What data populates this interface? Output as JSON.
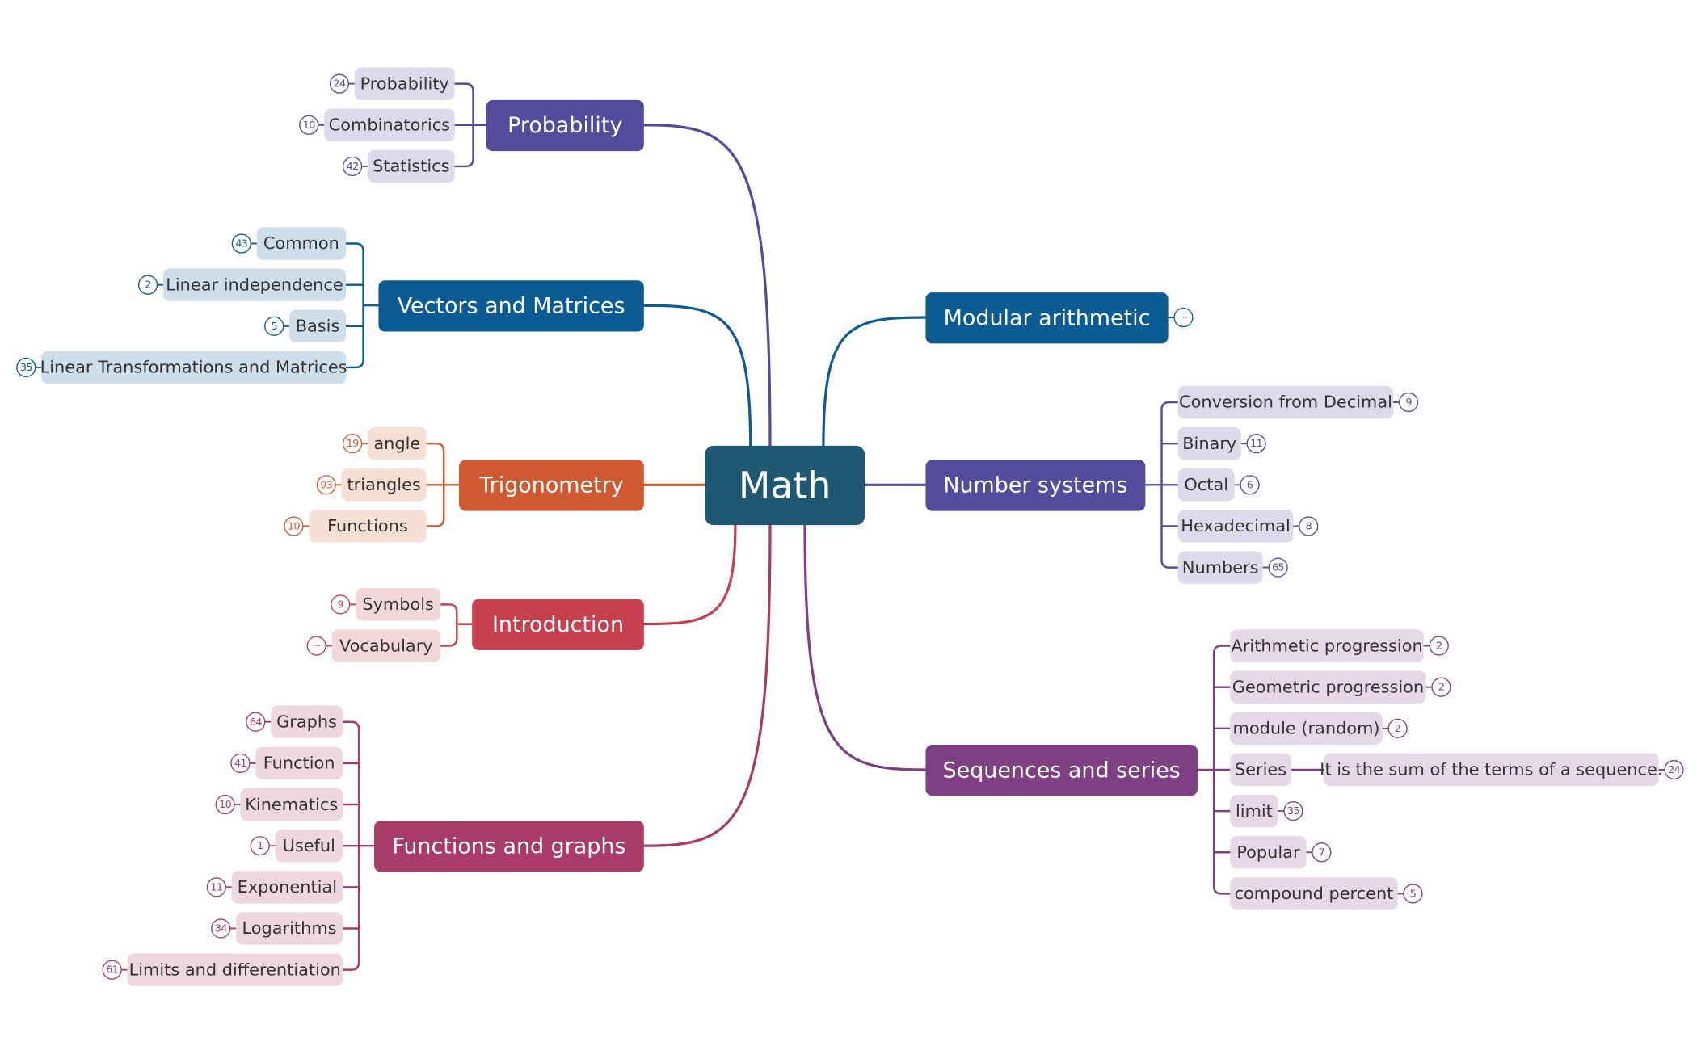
{
  "central": {
    "label": "Math",
    "color": "#1f5873"
  },
  "branches": [
    {
      "id": "probability",
      "label": "Probability",
      "side": "left",
      "color": "#544b9c",
      "leafBg": "#dddbeb",
      "children": [
        {
          "label": "Probability",
          "count": "24"
        },
        {
          "label": "Combinatorics",
          "count": "10"
        },
        {
          "label": "Statistics",
          "count": "42"
        }
      ]
    },
    {
      "id": "vectors-and-matrices",
      "label": "Vectors and Matrices",
      "side": "left",
      "color": "#0c5b93",
      "leafBg": "#cfdeeb",
      "children": [
        {
          "label": "Common",
          "count": "43"
        },
        {
          "label": "Linear independence",
          "count": "2"
        },
        {
          "label": "Basis",
          "count": "5"
        },
        {
          "label": "Linear Transformations and Matrices",
          "count": "35"
        }
      ]
    },
    {
      "id": "trigonometry",
      "label": "Trigonometry",
      "side": "left",
      "color": "#cf5a31",
      "leafBg": "#f6dfd5",
      "children": [
        {
          "label": "angle",
          "count": "19"
        },
        {
          "label": "triangles",
          "count": "93"
        },
        {
          "label": "Functions",
          "count": "10"
        }
      ]
    },
    {
      "id": "introduction",
      "label": "Introduction",
      "side": "left",
      "color": "#c6404f",
      "leafBg": "#f3d8db",
      "children": [
        {
          "label": "Symbols",
          "count": "9"
        },
        {
          "label": "Vocabulary",
          "count": "···"
        }
      ]
    },
    {
      "id": "functions-and-graphs",
      "label": "Functions and graphs",
      "side": "left",
      "color": "#a83b68",
      "leafBg": "#eed7e0",
      "children": [
        {
          "label": "Graphs",
          "count": "64"
        },
        {
          "label": "Function",
          "count": "41"
        },
        {
          "label": "Kinematics",
          "count": "10"
        },
        {
          "label": "Useful",
          "count": "1"
        },
        {
          "label": "Exponential",
          "count": "11"
        },
        {
          "label": "Logarithms",
          "count": "34"
        },
        {
          "label": "Limits and differentiation",
          "count": "61"
        }
      ]
    },
    {
      "id": "modular-arithmetic",
      "label": "Modular arithmetic",
      "side": "right",
      "color": "#0c5b93",
      "leafBg": "#cfdeeb",
      "count": "···",
      "children": []
    },
    {
      "id": "number-systems",
      "label": "Number systems",
      "side": "right",
      "color": "#544b9c",
      "leafBg": "#dddbeb",
      "children": [
        {
          "label": "Conversion from Decimal",
          "count": "9"
        },
        {
          "label": "Binary",
          "count": "11"
        },
        {
          "label": "Octal",
          "count": "6"
        },
        {
          "label": "Hexadecimal",
          "count": "8"
        },
        {
          "label": "Numbers",
          "count": "65"
        }
      ]
    },
    {
      "id": "sequences-and-series",
      "label": "Sequences and series",
      "side": "right",
      "color": "#7e3f83",
      "leafBg": "#e7d8e7",
      "children": [
        {
          "label": "Arithmetic progression",
          "count": "2"
        },
        {
          "label": "Geometric progression",
          "count": "2"
        },
        {
          "label": "module (random)",
          "count": "2"
        },
        {
          "label": "Series",
          "children": [
            {
              "label": "It is the sum of the terms of a sequence.",
              "count": "24"
            }
          ]
        },
        {
          "label": "limit",
          "count": "35"
        },
        {
          "label": "Popular",
          "count": "7"
        },
        {
          "label": "compound percent",
          "count": "5"
        }
      ]
    }
  ]
}
